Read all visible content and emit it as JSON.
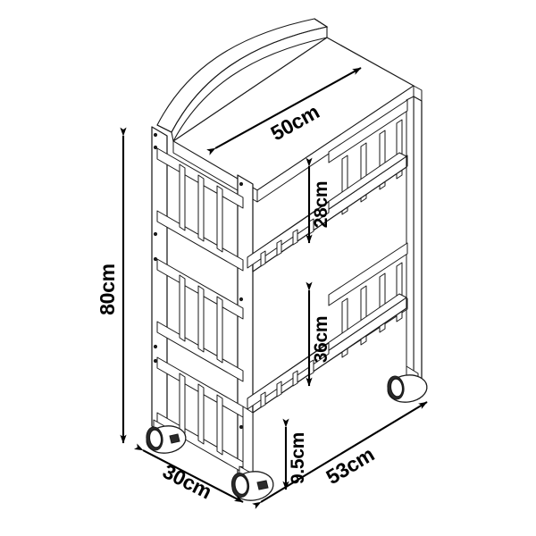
{
  "drawing": {
    "title": "3-Tier Rolling Cart Dimension Drawing",
    "subject": "rolling-utility-cart",
    "projection": "isometric",
    "background_color": "#ffffff",
    "line_color": "#1a1a1a",
    "dimension_color": "#000000",
    "units": "cm"
  },
  "dimensions": {
    "height": {
      "label": "80cm",
      "value": 80,
      "unit": "cm",
      "orientation": "vertical",
      "position": "left",
      "arrow_style": "double",
      "describes": "overall-height"
    },
    "top_shelf_depth": {
      "label": "50cm",
      "value": 50,
      "unit": "cm",
      "orientation": "diagonal",
      "position": "top-shelf",
      "arrow_style": "double",
      "describes": "top-shelf-width"
    },
    "upper_gap": {
      "label": "28cm",
      "value": 28,
      "unit": "cm",
      "orientation": "vertical",
      "position": "between-top-and-middle-shelf",
      "arrow_style": "double",
      "describes": "clearance-top-to-middle"
    },
    "lower_gap": {
      "label": "36cm",
      "value": 36,
      "unit": "cm",
      "orientation": "vertical",
      "position": "between-middle-and-bottom-shelf",
      "arrow_style": "double",
      "describes": "clearance-middle-to-bottom"
    },
    "caster_height": {
      "label": "9.5cm",
      "value": 9.5,
      "unit": "cm",
      "orientation": "vertical",
      "position": "bottom-center",
      "arrow_style": "double",
      "describes": "caster-clearance-height"
    },
    "depth": {
      "label": "30cm",
      "value": 30,
      "unit": "cm",
      "orientation": "diagonal",
      "position": "bottom-left",
      "arrow_style": "double",
      "describes": "overall-depth"
    },
    "width": {
      "label": "53cm",
      "value": 53,
      "unit": "cm",
      "orientation": "diagonal",
      "position": "bottom-right",
      "arrow_style": "double",
      "describes": "overall-width"
    }
  },
  "components": {
    "shelves": [
      "top-shelf",
      "middle-shelf",
      "bottom-shelf"
    ],
    "casters": [
      "front-caster",
      "left-caster",
      "right-rear-caster"
    ],
    "panels": [
      "left-side-panel",
      "back-panel"
    ],
    "rail_style": "slatted"
  }
}
